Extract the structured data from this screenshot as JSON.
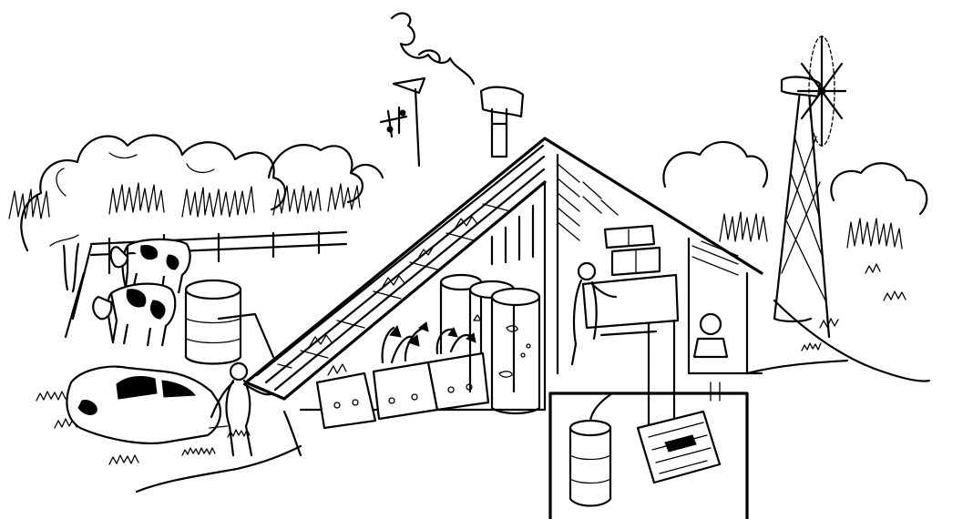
{
  "scene": {
    "kind": "line-illustration",
    "palette": {
      "ink": "#000000",
      "paper": "#ffffff"
    },
    "elements": [
      "trees",
      "fence",
      "cows",
      "water-tank",
      "car",
      "person-at-pump",
      "solar-greenhouse-roof",
      "planter-boxes",
      "fish-tanks",
      "chimney-smoke",
      "weather-vane-anemometer",
      "loft-storage",
      "person-in-loft",
      "cellar-barrel",
      "cellar-bin",
      "person-at-window",
      "windmill"
    ]
  }
}
